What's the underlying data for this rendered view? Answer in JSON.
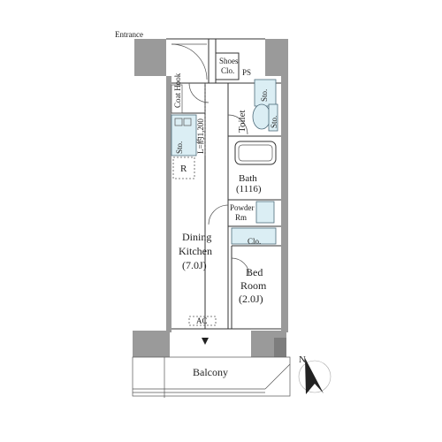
{
  "plan": {
    "entrance": "Entrance",
    "coat_hook": "Coat Hook",
    "ceiling_height": "L=約1,200",
    "shoes_closet": [
      "Shoes",
      "Clo."
    ],
    "ps": "PS",
    "storage_top": "Sto.",
    "storage_toilet": "Sto.",
    "toilet": "Toilet",
    "storage_kitchen": "Sto.",
    "refrigerator": "R",
    "bath": [
      "Bath",
      "(1116)"
    ],
    "powder_room": [
      "Powder",
      "Rm"
    ],
    "closet": "Clo.",
    "dining_kitchen": [
      "Dining",
      "Kitchen",
      "(7.0J)"
    ],
    "bed_room": [
      "Bed",
      "Room",
      "(2.0J)"
    ],
    "ac": "AC",
    "balcony": "Balcony",
    "north": "N"
  }
}
